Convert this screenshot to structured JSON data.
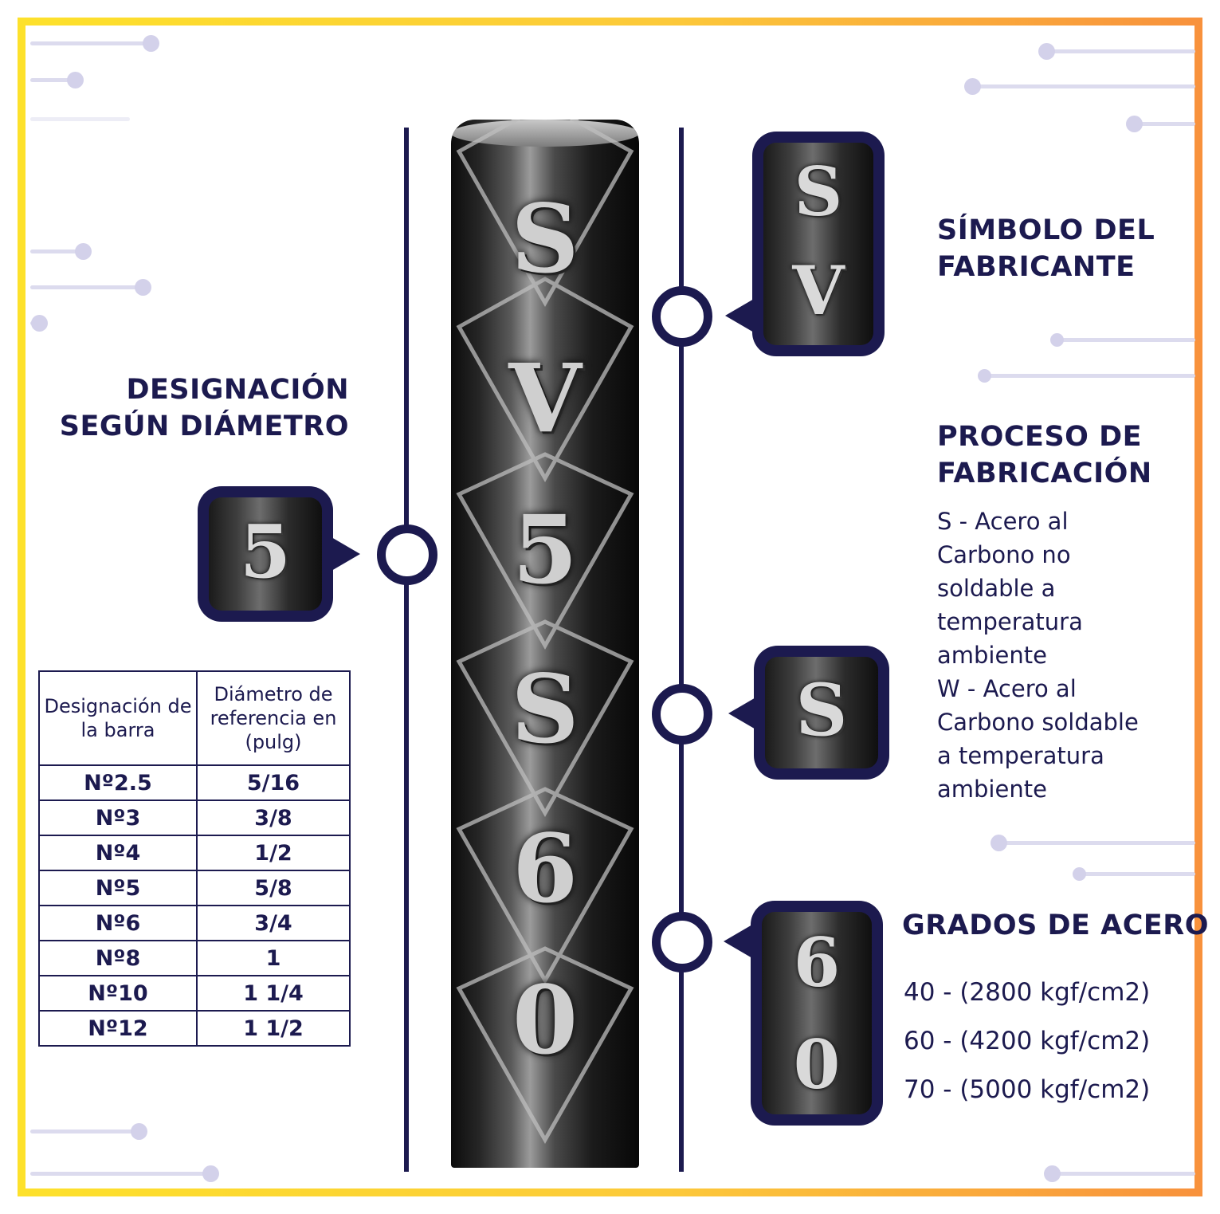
{
  "left": {
    "heading_line1": "DESIGNACIÓN",
    "heading_line2": "SEGÚN DIÁMETRO",
    "callout_glyph": "5",
    "table": {
      "headers": [
        "Designación de la barra",
        "Diámetro de referencia en (pulg)"
      ],
      "rows": [
        [
          "Nº2.5",
          "5/16"
        ],
        [
          "Nº3",
          "3/8"
        ],
        [
          "Nº4",
          "1/2"
        ],
        [
          "Nº5",
          "5/8"
        ],
        [
          "Nº6",
          "3/4"
        ],
        [
          "Nº8",
          "1"
        ],
        [
          "Nº10",
          "1 1/4"
        ],
        [
          "Nº12",
          "1 1/2"
        ]
      ]
    }
  },
  "rebar": {
    "markings": [
      "S",
      "V",
      "5",
      "S",
      "6",
      "0"
    ]
  },
  "right": {
    "manufacturer": {
      "heading_line1": "SÍMBOLO DEL",
      "heading_line2": "FABRICANTE",
      "callout_glyphs": [
        "S",
        "V"
      ]
    },
    "process": {
      "heading_line1": "PROCESO DE",
      "heading_line2": "FABRICACIÓN",
      "lines": [
        "S - Acero al",
        "Carbono no",
        "soldable a",
        "temperatura",
        "ambiente",
        "W - Acero al",
        "Carbono soldable",
        "a temperatura",
        "ambiente"
      ],
      "callout_glyph": "S"
    },
    "grades": {
      "heading": "GRADOS DE ACERO",
      "items": [
        "40 - (2800 kgf/cm2)",
        "60 - (4200 kgf/cm2)",
        "70 - (5000 kgf/cm2)"
      ],
      "callout_glyphs": [
        "6",
        "0"
      ]
    }
  },
  "colors": {
    "navy": "#1c1a4f",
    "frame_gradient": [
      "#fde12b",
      "#f8913c"
    ],
    "decor": "#dcdbee"
  }
}
